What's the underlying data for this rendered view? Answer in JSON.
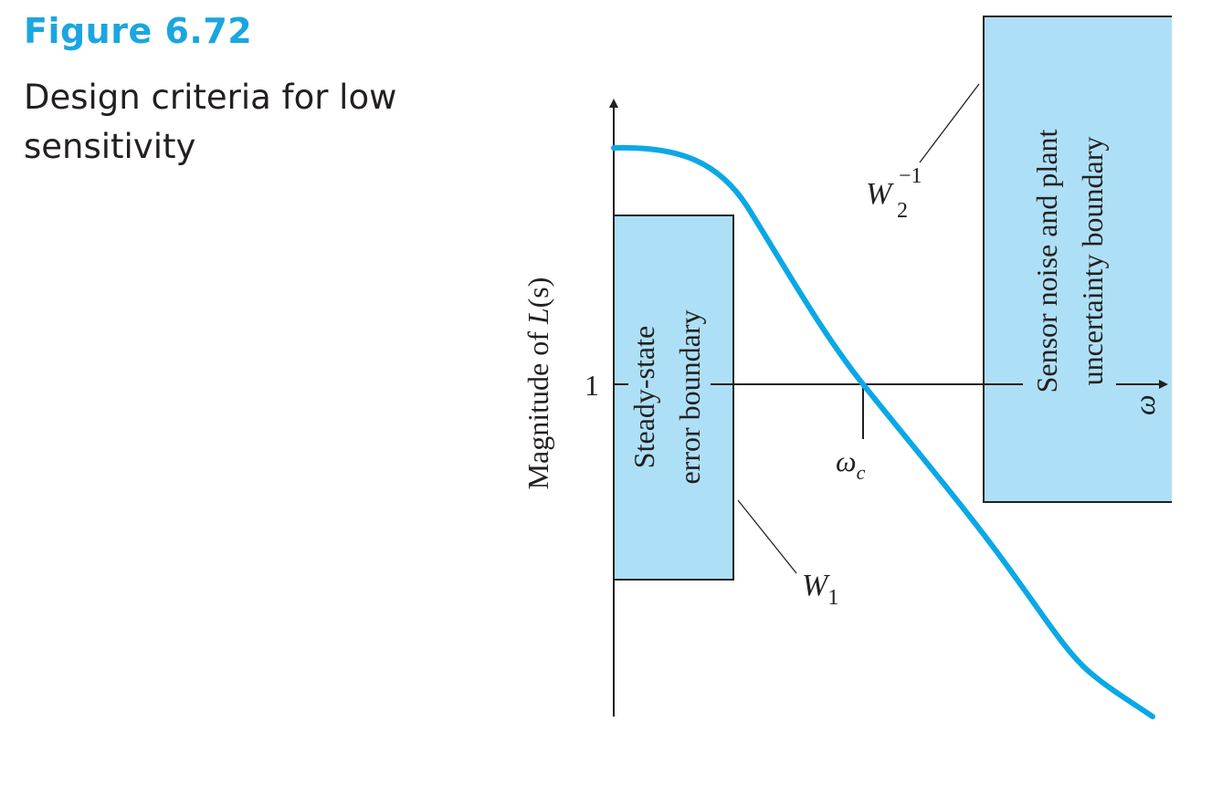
{
  "figure": {
    "label": "Figure 6.72",
    "caption": "Design criteria for low sensitivity"
  },
  "diagram": {
    "y_axis_label_prefix": "Magnitude of ",
    "y_axis_label_func": "L",
    "y_axis_label_arg": "(s)",
    "unity_tick_label": "1",
    "x_axis_symbol": "ω",
    "crossover_label": "ω",
    "crossover_subscript": "c",
    "left_box_line1": "Steady-state",
    "left_box_line2": "error boundary",
    "right_box_line1": "Sensor noise and plant",
    "right_box_line2": "uncertainty boundary",
    "w1_label": "W",
    "w1_subscript": "1",
    "w2_label": "W",
    "w2_subscript": "2",
    "w2_superscript": "−1",
    "colors": {
      "accent": "#1aa6e0",
      "curve": "#0aa8e6",
      "boundary_fill": "#ade0f6",
      "ink": "#231f20"
    }
  }
}
